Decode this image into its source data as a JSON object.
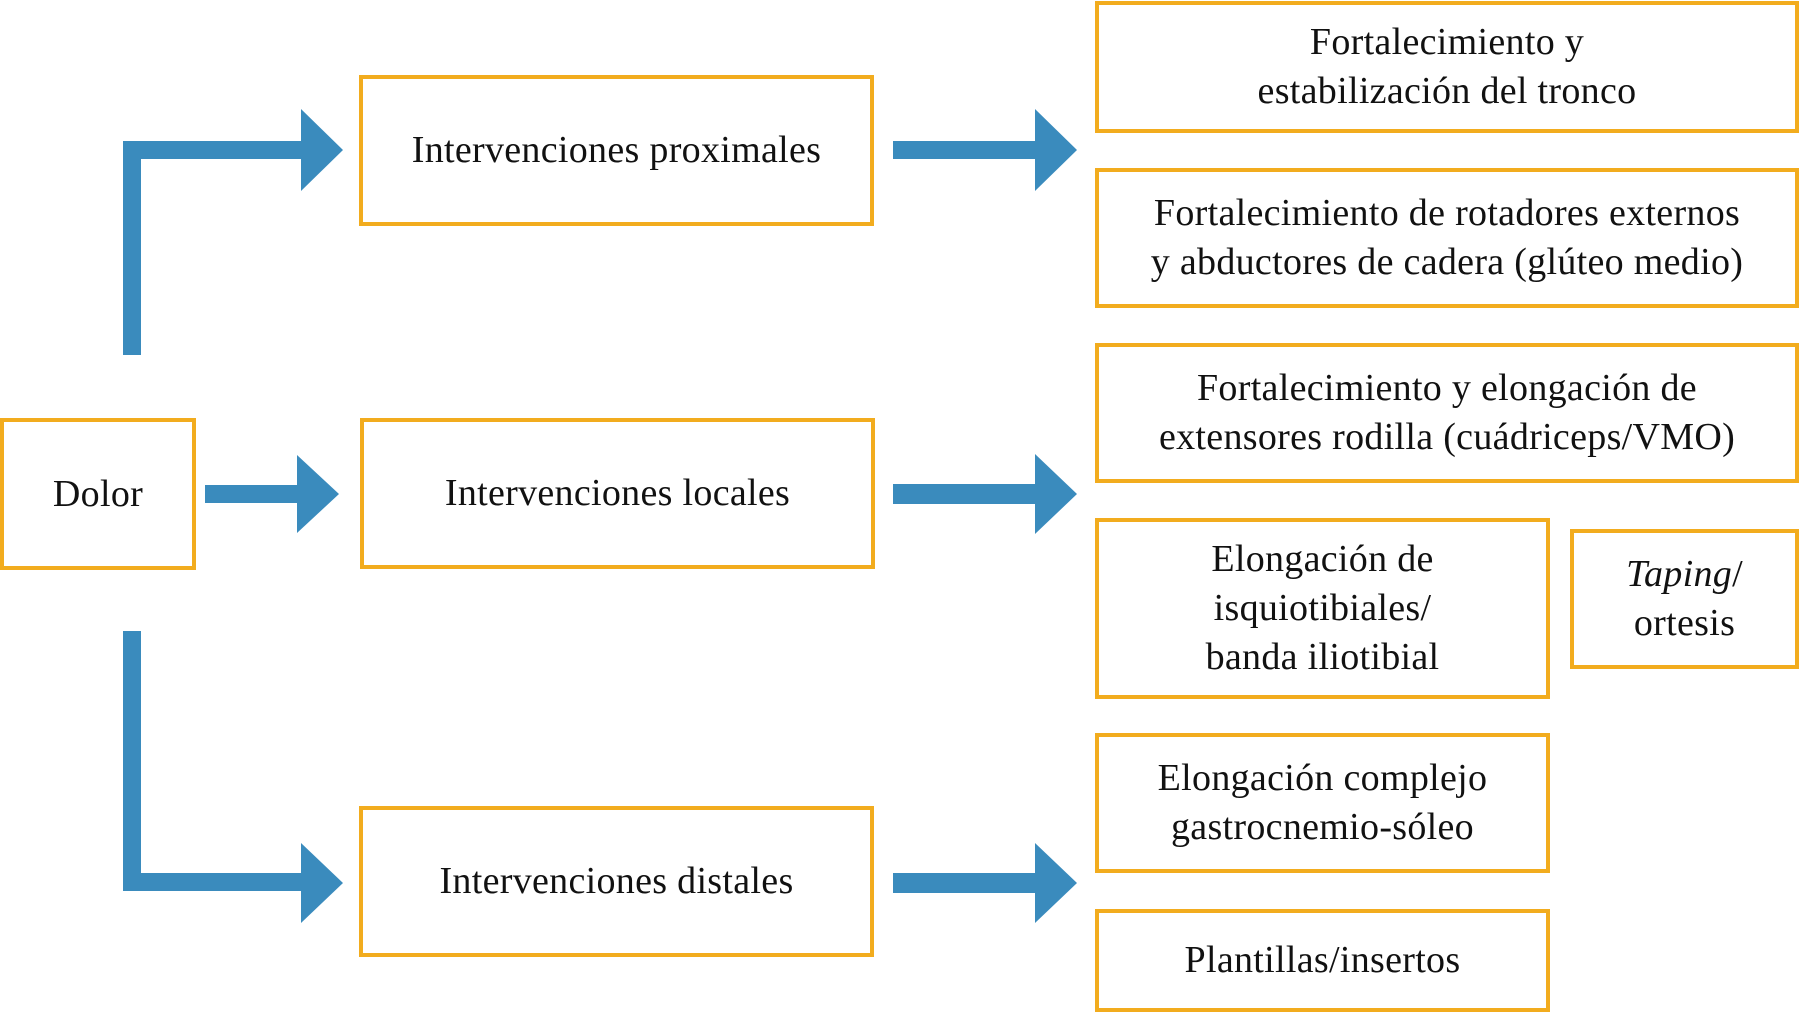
{
  "diagram": {
    "colors": {
      "box_border": "#F2AC1E",
      "arrow": "#3A8BBD"
    },
    "root": {
      "label": "Dolor"
    },
    "groups": {
      "proximal": {
        "label": "Intervenciones proximales",
        "items": [
          {
            "label": "Fortalecimiento y\nestabilización del tronco"
          },
          {
            "label": "Fortalecimiento de rotadores externos\ny abductores de cadera (glúteo medio)"
          }
        ]
      },
      "local": {
        "label": "Intervenciones locales",
        "items": [
          {
            "label": "Fortalecimiento y elongación de\nextensores rodilla (cuádriceps/VMO)"
          },
          {
            "label": "Elongación de\nisquiotibiales/\nbanda iliotibial"
          },
          {
            "label_italic": "Taping",
            "label_rest": "/\nortesis"
          }
        ]
      },
      "distal": {
        "label": "Intervenciones distales",
        "items": [
          {
            "label": "Elongación complejo\ngastrocnemio-sóleo"
          },
          {
            "label": "Plantillas/insertos"
          }
        ]
      }
    }
  }
}
